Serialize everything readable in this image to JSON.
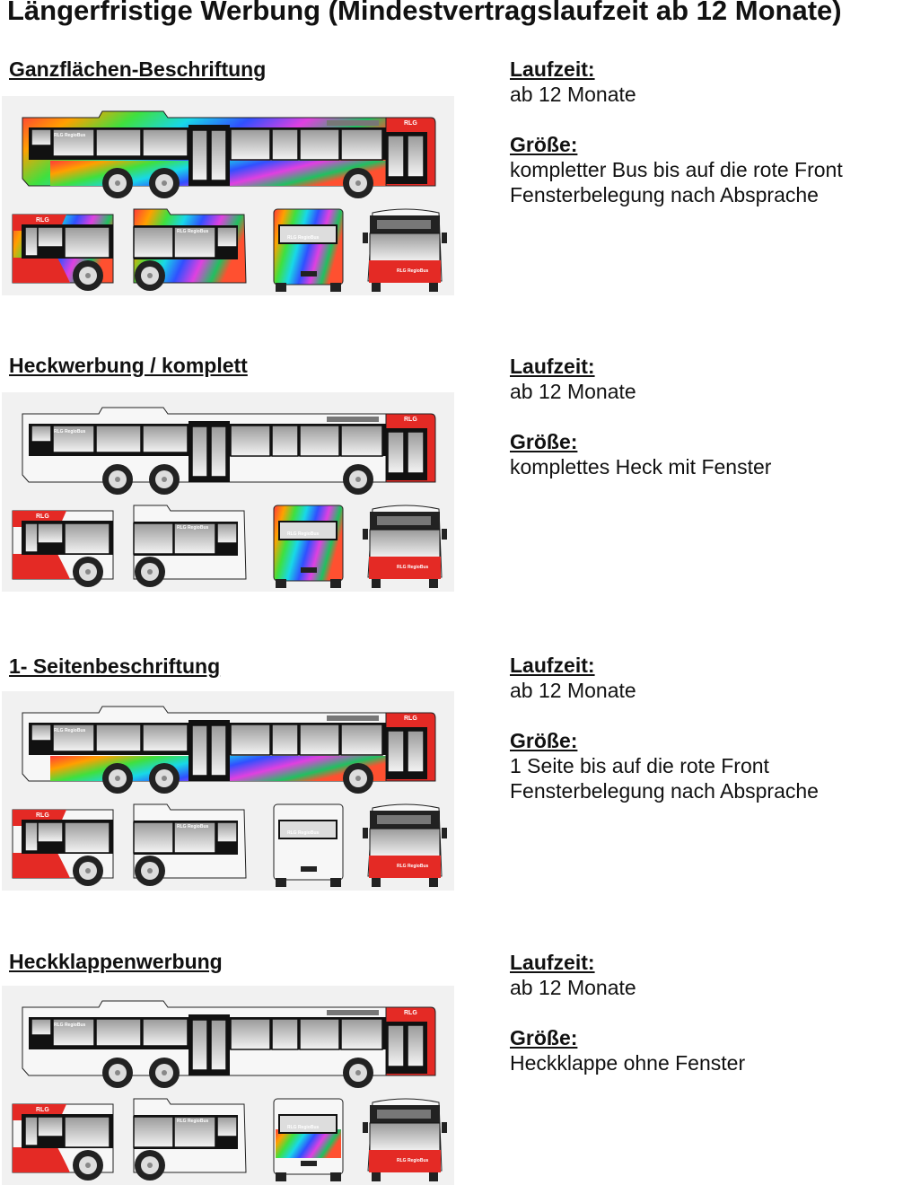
{
  "page_title": "Längerfristige Werbung (Mindestvertragslaufzeit ab 12 Monate)",
  "logo_text": "RLG RegioBus",
  "colors": {
    "brand_red": "#e42a25"
  },
  "sections": [
    {
      "title": "Ganzflächen-Beschriftung",
      "laufzeit_label": "Laufzeit:",
      "laufzeit": "ab 12 Monate",
      "groesse_label": "Größe:",
      "groesse": [
        "kompletter Bus bis auf die rote Front",
        "Fensterbelegung nach Absprache"
      ]
    },
    {
      "title": "Heckwerbung / komplett",
      "laufzeit_label": "Laufzeit:",
      "laufzeit": "ab 12 Monate",
      "groesse_label": "Größe:",
      "groesse": [
        "komplettes Heck mit Fenster"
      ]
    },
    {
      "title": "1- Seitenbeschriftung",
      "laufzeit_label": "Laufzeit:",
      "laufzeit": "ab 12 Monate",
      "groesse_label": "Größe:",
      "groesse": [
        "1 Seite bis auf die rote Front",
        "Fensterbelegung nach Absprache"
      ]
    },
    {
      "title": "Heckklappenwerbung",
      "laufzeit_label": "Laufzeit:",
      "laufzeit": "ab 12 Monate",
      "groesse_label": "Größe:",
      "groesse": [
        "Heckklappe ohne Fenster"
      ]
    }
  ]
}
